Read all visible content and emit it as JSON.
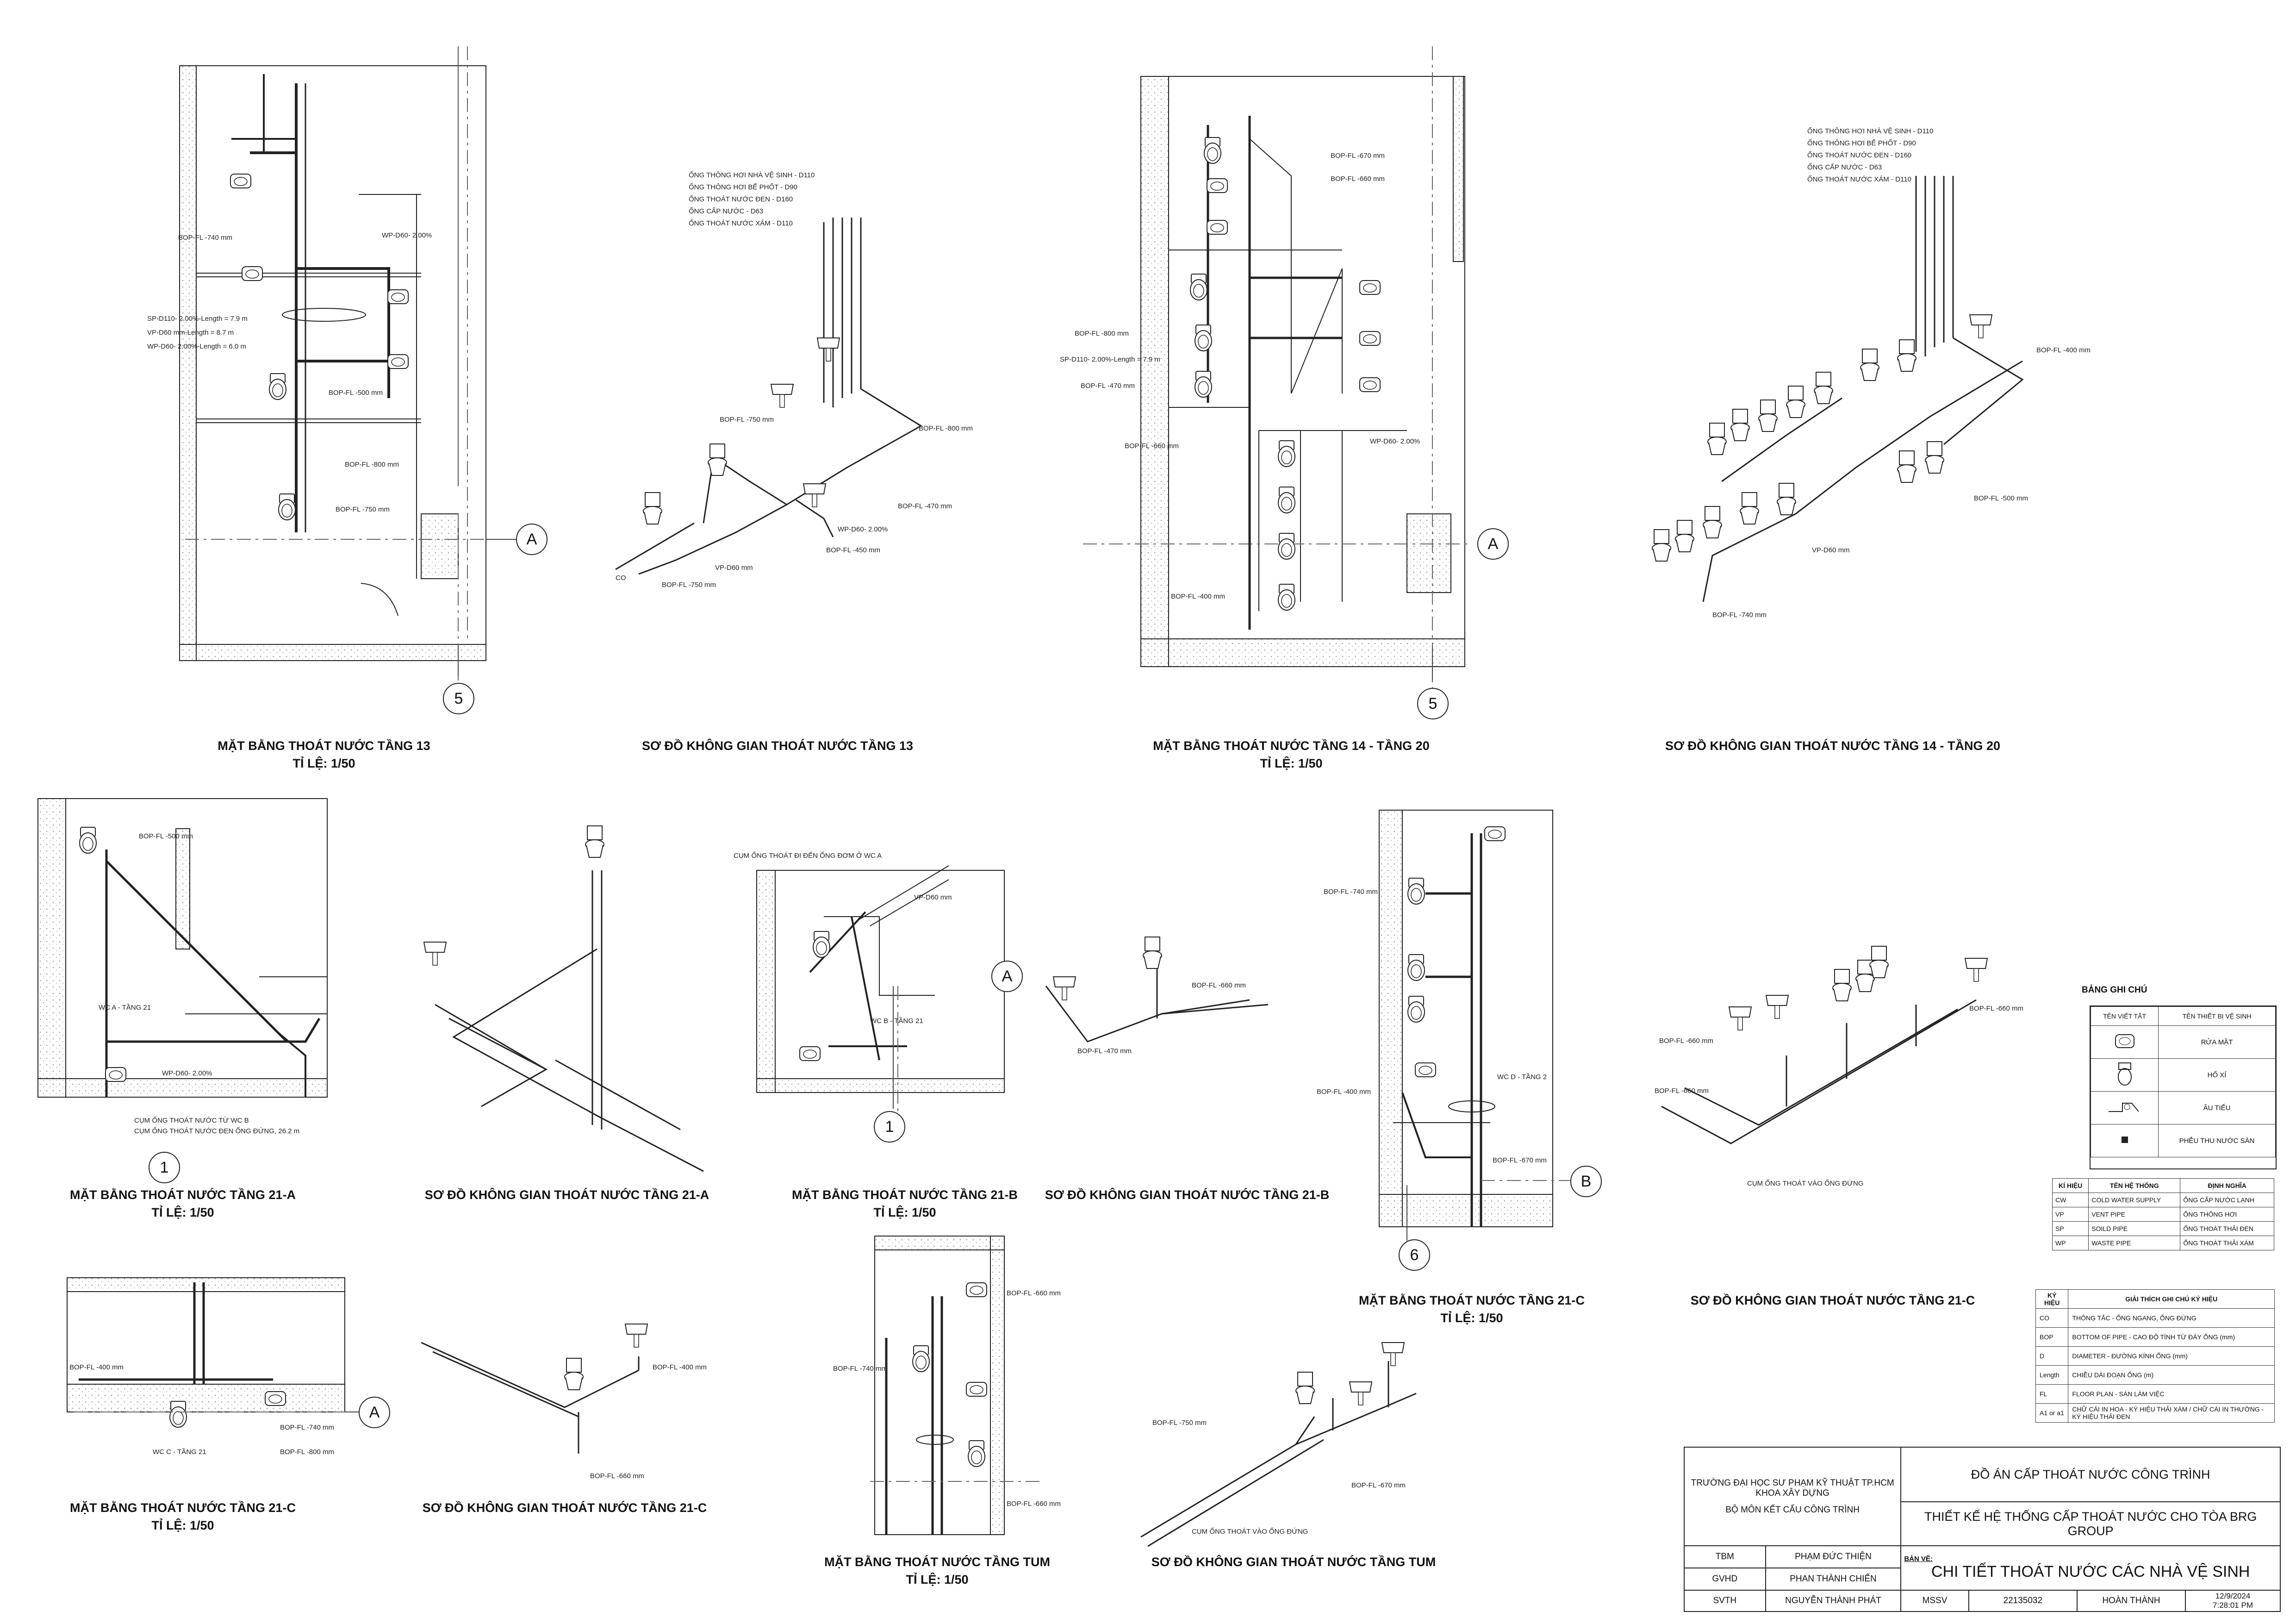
{
  "drawings": [
    {
      "id": "mb13",
      "title": "MẶT BẰNG THOÁT  NƯỚC TẦNG 13",
      "scale": "TỈ LỆ: 1/50"
    },
    {
      "id": "sd13",
      "title": "SƠ ĐỒ KHÔNG GIAN THOÁT NƯỚC TẦNG 13",
      "scale": ""
    },
    {
      "id": "mb14",
      "title": "MẶT BẰNG THOÁT NƯỚC TẦNG 14 - TẦNG 20",
      "scale": "TỈ LỆ: 1/50"
    },
    {
      "id": "sd14",
      "title": "SƠ ĐỒ KHÔNG GIAN THOÁT NƯỚC TẦNG 14 - TẦNG 20",
      "scale": ""
    },
    {
      "id": "mb21a",
      "title": "MẶT BẰNG THOÁT  NƯỚC TẦNG 21-A",
      "scale": "TỈ LỆ: 1/50"
    },
    {
      "id": "sd21a",
      "title": "SƠ ĐỒ KHÔNG GIAN THOÁT NƯỚC TẦNG 21-A",
      "scale": ""
    },
    {
      "id": "mb21b",
      "title": "MẶT BẰNG THOÁT  NƯỚC TẦNG 21-B",
      "scale": "TỈ LỆ: 1/50"
    },
    {
      "id": "sd21b",
      "title": "SƠ ĐỒ KHÔNG GIAN THOÁT NƯỚC TẦNG 21-B",
      "scale": ""
    },
    {
      "id": "mb21c",
      "title": "MẶT BẰNG THOÁT  NƯỚC TẦNG 21-C",
      "scale": "TỈ LỆ: 1/50"
    },
    {
      "id": "sd21c",
      "title": "SƠ ĐỒ KHÔNG GIAN THOÁT NƯỚC TẦNG 21-C",
      "scale": ""
    },
    {
      "id": "mb21c2",
      "title": "MẶT BẰNG THOÁT  NƯỚC TẦNG 21-C",
      "scale": "TỈ LỆ: 1/50"
    },
    {
      "id": "sd21c2",
      "title": "SƠ ĐỒ KHÔNG GIAN THOÁT NƯỚC TẦNG 21-C",
      "scale": ""
    },
    {
      "id": "mbtum",
      "title": "MẶT BẰNG THOÁT  NƯỚC TẦNG TUM",
      "scale": "TỈ LỆ: 1/50"
    },
    {
      "id": "sdtum",
      "title": "SƠ ĐỒ KHÔNG GIAN THOÁT NƯỚC TẦNG TUM",
      "scale": ""
    }
  ],
  "grid_labels": {
    "a": "A",
    "five": "5",
    "one": "1",
    "b": "B",
    "six": "6"
  },
  "pipe_labels": {
    "riser1": "ỐNG THÔNG HƠI NHÀ VỆ SINH - D110",
    "riser2": "ỐNG THÔNG HƠI BỂ PHỐT - D90",
    "riser3": "ỐNG THOÁT NƯỚC ĐEN - D160",
    "riser4": "ỐNG CẤP NƯỚC - D63",
    "riser5": "ỐNG THOÁT NƯỚC XÁM - D110",
    "bop740": "BOP-FL -740 mm",
    "bop400": "BOP-FL -400 mm",
    "bop750": "BOP-FL -750 mm",
    "bop800": "BOP-FL -800 mm",
    "bop470": "BOP-FL -470 mm",
    "bop450": "BOP-FL -450 mm",
    "bop670": "BOP-FL -670 mm",
    "bop660": "BOP-FL -660 mm",
    "bop500": "BOP-FL -500 mm",
    "sp110": "SP-D110- 2.00%-Length = 7.9 m",
    "vp60": "VP-D60 mm-Length = 8.7 m",
    "wp60": "WP-D60- 2.00%-Length = 6.0 m",
    "wp60b": "WP-D60- 2.00%",
    "vp60b": "VP-D60 mm",
    "cum1": "CỤM ỐNG THOÁT NƯỚC TỪ WC B",
    "cum2": "CỤM ỐNG THOÁT NƯỚC ĐEN ỐNG ĐỨNG, 26.2 m",
    "cum3": "CỤM ỐNG THOÁT ĐI ĐẾN ỐNG ĐƠM Ở WC A",
    "cum4": "CỤM ỐNG THOÁT VÀO ỐNG ĐỨNG",
    "wca": "WC A - TẦNG 21",
    "wcb": "WC B - TẦNG 21",
    "wcc": "WC C - TẦNG 21",
    "wcd": "WC D - TẦNG 2",
    "co": "CO"
  },
  "legend": {
    "title": "BẢNG GHI CHÚ",
    "header": [
      "TÊN VIẾT TẮT",
      "TÊN THIẾT BỊ VỆ SINH"
    ],
    "rows": [
      "RỬA MẶT",
      "HỐ XÍ",
      "ÂU TIỂU",
      "PHỄU THU NƯỚC SÀN"
    ]
  },
  "abbr_table": {
    "header": [
      "KÍ HIỆU",
      "TÊN HỆ THỐNG",
      "ĐỊNH NGHĨA"
    ],
    "rows": [
      [
        "CW",
        "COLD WATER SUPPLY",
        "ỐNG CẤP NƯỚC LẠNH"
      ],
      [
        "VP",
        "VENT PIPE",
        "ỐNG THÔNG HƠI"
      ],
      [
        "SP",
        "SOILD PIPE",
        "ỐNG THOÁT THẢI ĐEN"
      ],
      [
        "WP",
        "WASTE PIPE",
        "ỐNG THOÁT THẢI XÁM"
      ]
    ]
  },
  "notes_table": {
    "header": [
      "KÝ HIỆU",
      "GIẢI THÍCH GHI CHÚ KÝ HIỆU"
    ],
    "rows": [
      [
        "CO",
        "THÔNG TẮC - ỐNG NGANG, ỐNG ĐỨNG"
      ],
      [
        "BOP",
        "BOTTOM OF PIPE - CAO ĐỘ TÍNH TỪ ĐÁY ỐNG (mm)"
      ],
      [
        "D",
        "DIAMETER - ĐƯỜNG KÍNH ỐNG (mm)"
      ],
      [
        "Length",
        "CHIỀU DÀI ĐOẠN ỐNG (m)"
      ],
      [
        "FL",
        "FLOOR PLAN - SÀN LÀM VIỆC"
      ],
      [
        "A1 or a1",
        "CHỮ CÁI IN HOA - KÝ HIỆU THẢI XÁM / CHỮ CÁI IN THƯỜNG - KÝ HIỆU THẢI ĐEN"
      ]
    ]
  },
  "title_block": {
    "school": "TRƯỜNG ĐẠI HỌC SƯ PHẠM KỸ THUẬT TP.HCM",
    "faculty": "KHOA XÂY DỰNG",
    "dept": "BỘ MÔN KẾT CẤU CÔNG TRÌNH",
    "project": "ĐỒ ÁN CẤP THOÁT NƯỚC CÔNG TRÌNH",
    "subject": "THIẾT KẾ HỆ THỐNG CẤP THOÁT NƯỚC CHO TÒA BRG GROUP",
    "drawing_label": "BẢN VẼ:",
    "drawing_name": "CHI TIẾT THOÁT NƯỚC CÁC NHÀ VỆ SINH",
    "roles": [
      {
        "role": "TBM",
        "name": "PHẠM ĐỨC THIỆN"
      },
      {
        "role": "GVHD",
        "name": "PHAN THÀNH CHIẾN"
      },
      {
        "role": "SVTH",
        "name": "NGUYỄN THÀNH PHÁT"
      }
    ],
    "mssv_label": "MSSV",
    "mssv": "22135032",
    "status": "HOÀN THÀNH",
    "date": "12/9/2024",
    "time": "7:28:01 PM"
  },
  "colors": {
    "line": "#222222",
    "hatch": "#9a9a9a",
    "dash": "#555555"
  }
}
